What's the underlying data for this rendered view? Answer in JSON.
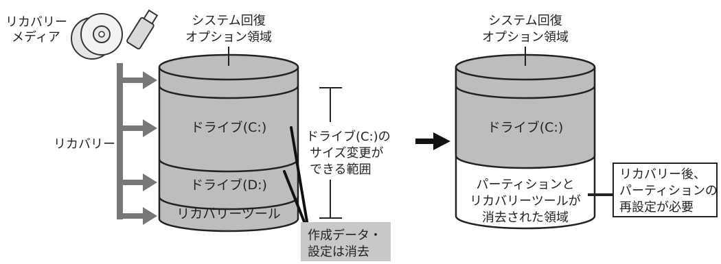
{
  "media": {
    "label_line1": "リカバリー",
    "label_line2": "メディア"
  },
  "left_disk": {
    "top_label_line1": "システム回復",
    "top_label_line2": "オプション領域",
    "drive_c": "ドライブ(C:)",
    "drive_d": "ドライブ(D:)",
    "recovery_tool": "リカバリーツール"
  },
  "recovery_label": "リカバリー",
  "resize_range": {
    "line1": "ドライブ(C:)の",
    "line2": "サイズ変更が",
    "line3": "できる範囲"
  },
  "erased_callout": {
    "line1": "作成データ・",
    "line2": "設定は消去"
  },
  "right_disk": {
    "top_label_line1": "システム回復",
    "top_label_line2": "オプション領域",
    "drive_c": "ドライブ(C:)",
    "erased_line1": "パーティションと",
    "erased_line2": "リカバリーツールが",
    "erased_line3": "消去された領域"
  },
  "note_box": {
    "line1": "リカバリー後、",
    "line2": "パーティションの",
    "line3": "再設定が必要"
  },
  "colors": {
    "disk_gray": "#bdbdbd",
    "arrow_gray": "#777777",
    "callout_bg": "#c8c8c8",
    "outline": "#222222"
  }
}
